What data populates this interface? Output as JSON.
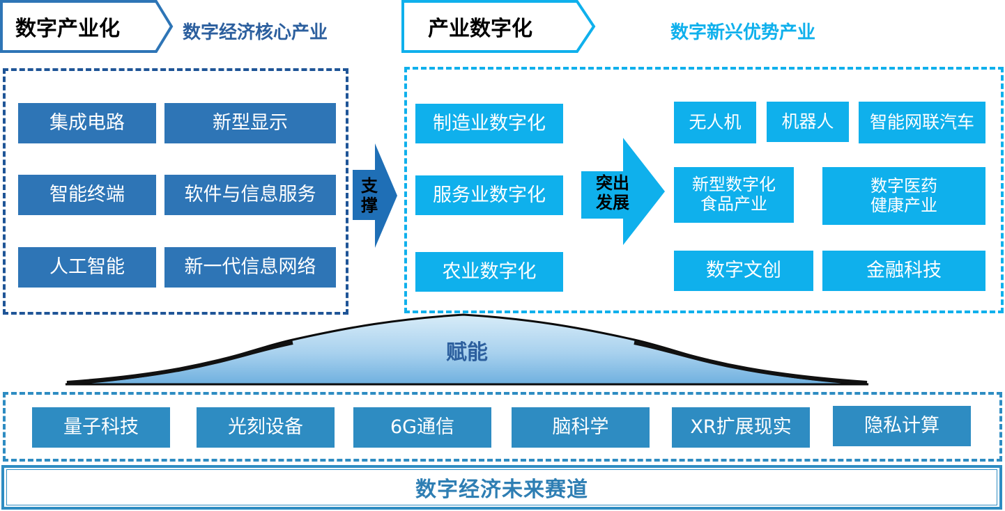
{
  "colors": {
    "dark_blue": "#2e75b6",
    "navy": "#1f5597",
    "light_blue": "#0fb0ec",
    "teal_blue": "#2e8cc2",
    "text_blue": "#2c5f9e"
  },
  "header": {
    "left_title": "数字产业化",
    "left_subtitle": "数字经济核心产业",
    "right_title": "产业数字化",
    "right_subtitle": "数字新兴优势产业"
  },
  "left_panel": {
    "tiles": [
      "集成电路",
      "新型显示",
      "智能终端",
      "软件与信息服务",
      "人工智能",
      "新一代信息网络"
    ]
  },
  "support_arrow": {
    "label_1": "支",
    "label_2": "撑"
  },
  "right_panel": {
    "digitization": [
      "制造业数字化",
      "服务业数字化",
      "农业数字化"
    ],
    "develop_arrow": {
      "line_1": "突出",
      "line_2": "发展"
    },
    "emerging": {
      "row1": [
        "无人机",
        "机器人",
        "智能网联汽车"
      ],
      "row2": [
        {
          "line_1": "新型数字化",
          "line_2": "食品产业"
        },
        {
          "line_1": "数字医药",
          "line_2": "健康产业"
        }
      ],
      "row3": [
        "数字文创",
        "金融科技"
      ]
    }
  },
  "empower": {
    "label": "赋能"
  },
  "future_tracks": {
    "tiles": [
      "量子科技",
      "光刻设备",
      "6G通信",
      "脑科学",
      "XR扩展现实",
      "隐私计算"
    ],
    "title": "数字经济未来赛道"
  }
}
